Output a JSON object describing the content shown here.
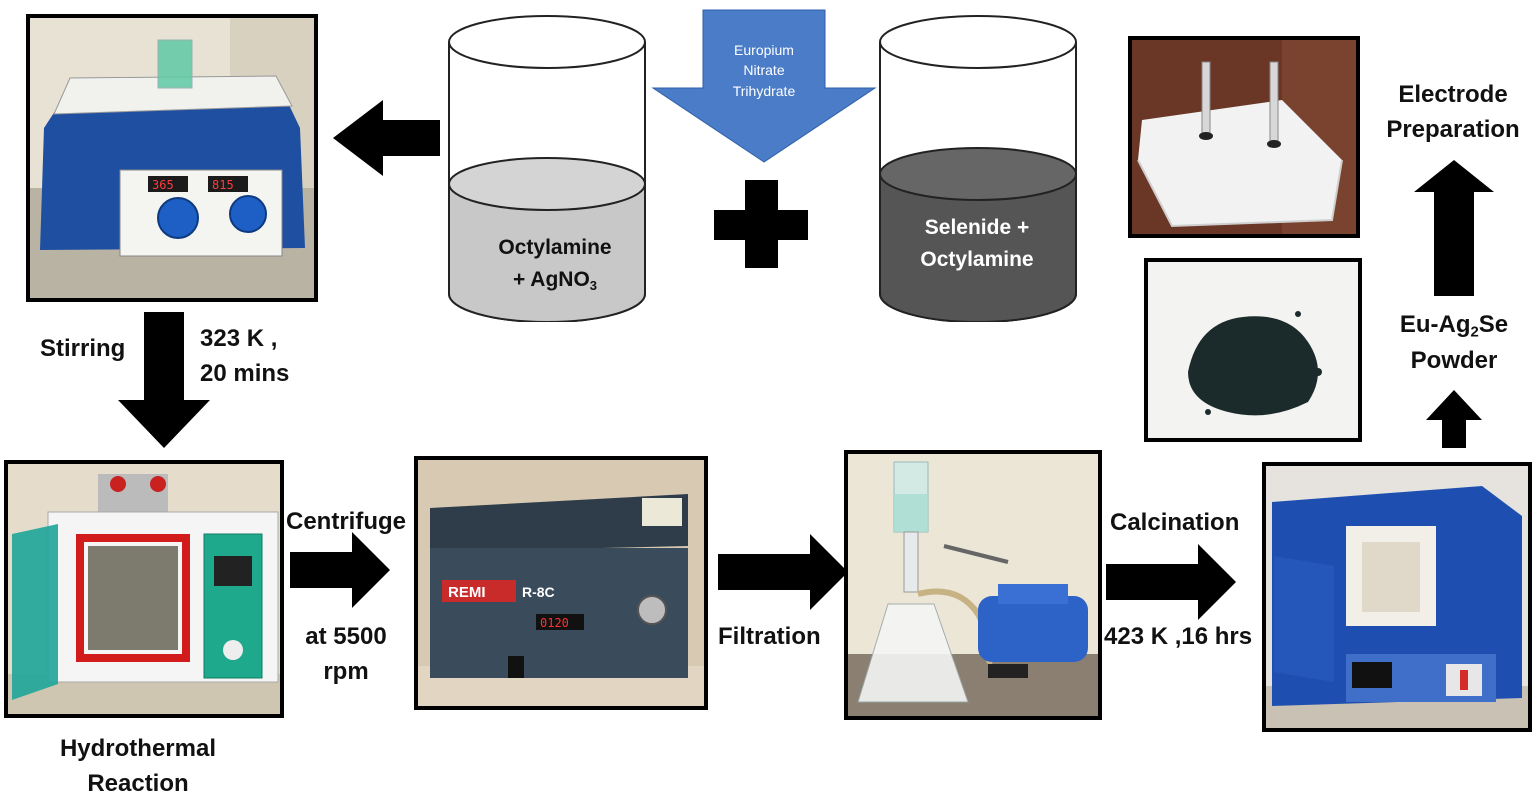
{
  "beakers": {
    "left": {
      "line1": "Octylamine",
      "line2_prefix": "+ AgNO",
      "line2_sub": "3"
    },
    "right": {
      "line1": "Selenide +",
      "line2": "Octylamine"
    }
  },
  "reagent_arrow": {
    "line1": "Europium",
    "line2": "Nitrate",
    "line3": "Trihydrate"
  },
  "steps": {
    "stirring": "Stirring",
    "stirring_conditions": {
      "line1": "323 K ,",
      "line2": "20 mins"
    },
    "hydrothermal": {
      "line1": "Hydrothermal",
      "line2": "Reaction"
    },
    "centrifuge": "Centrifuge",
    "centrifuge_speed": {
      "line1": "at 5500",
      "line2": "rpm"
    },
    "filtration": "Filtration",
    "calcination": "Calcination",
    "calcination_conditions": "423 K ,16 hrs",
    "powder": {
      "line1_prefix": "Eu-Ag",
      "line1_sub": "2",
      "line1_suffix": "Se",
      "line2": "Powder"
    },
    "electrode": {
      "line1": "Electrode",
      "line2": "Preparation"
    }
  },
  "device_texts": {
    "stirrer_display_1": "365",
    "stirrer_display_2": "815",
    "centrifuge_brand": "REMI",
    "centrifuge_model": "R-8C",
    "centrifuge_display": "0120"
  },
  "colors": {
    "reagent_arrow": "#4a7cc7",
    "liquid_light": "#c8c8c8",
    "liquid_dark": "#555555",
    "arrow": "#000000"
  }
}
